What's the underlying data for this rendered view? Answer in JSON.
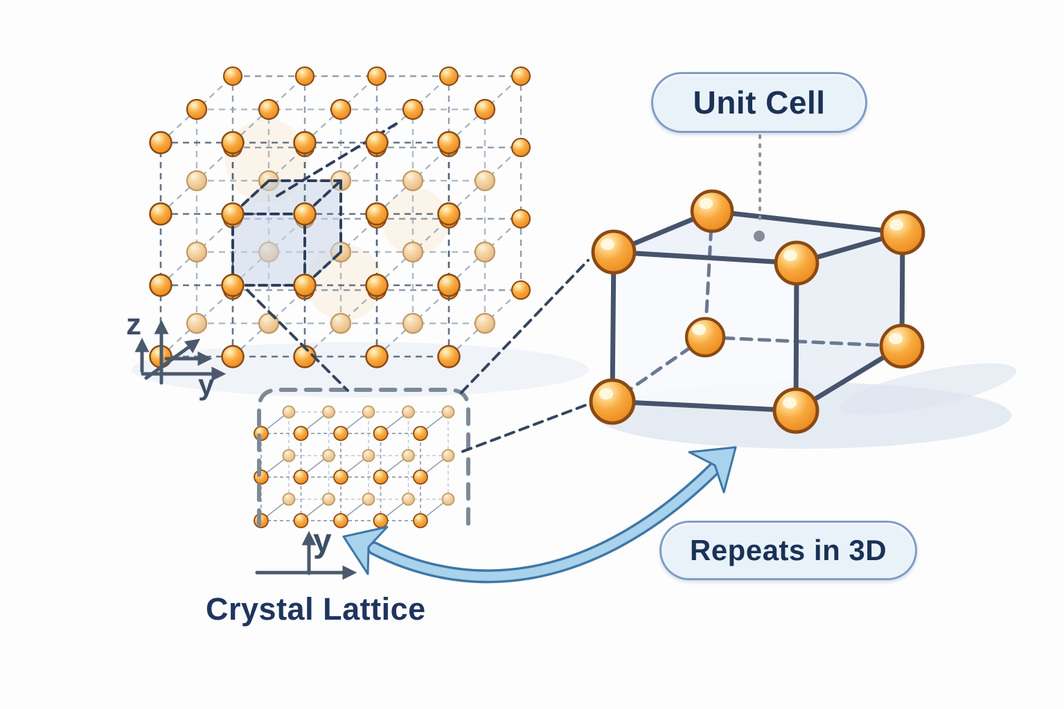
{
  "labels": {
    "unit_cell": "Unit Cell",
    "repeats": "Repeats in 3D",
    "crystal_lattice": "Crystal Lattice",
    "axis_z": "z",
    "axis_y_gizmo": "y",
    "axis_y_small": "y"
  },
  "colors": {
    "background": "#fdfdfe",
    "pill_bg": "#e9f2f9",
    "pill_border": "#7f9dc4",
    "pill_text": "#1b3156",
    "atom_stroke": "#8a4a16",
    "atom_pale_stroke": "#c09a62",
    "lattice_line_front": "#4a5a70",
    "lattice_line_mid": "#97a3b2",
    "lattice_line_back": "#6e7e92",
    "lattice_line_depth": "#8494a6",
    "cell_fill": "#c9d6ea",
    "navy_dash": "#2e3f5c",
    "zoom_dash": "#34465f",
    "box_dash": "#7e8996",
    "cube_edge": "#46536b",
    "cube_hidden_edge": "#6a7a92",
    "cube_face_top": "#edf1f8",
    "cube_face_left": "#f7fafd",
    "cube_face_right": "#e9eef6",
    "shadow": "#dfe6ef",
    "axis_arrow": "#4b596d",
    "connector_gray": "#8c949e",
    "arrow_fill": "#a9d2ec",
    "arrow_stroke": "#3f77a6",
    "glow_peach": "#f6e3c6"
  },
  "diagram": {
    "big_lattice": {
      "cols": 5,
      "rows": 4,
      "layers": 3
    },
    "slab_lattice": {
      "cols": 5,
      "rows": 3,
      "layers": 2
    },
    "unit_cell": {
      "corner_atoms": 8
    }
  }
}
